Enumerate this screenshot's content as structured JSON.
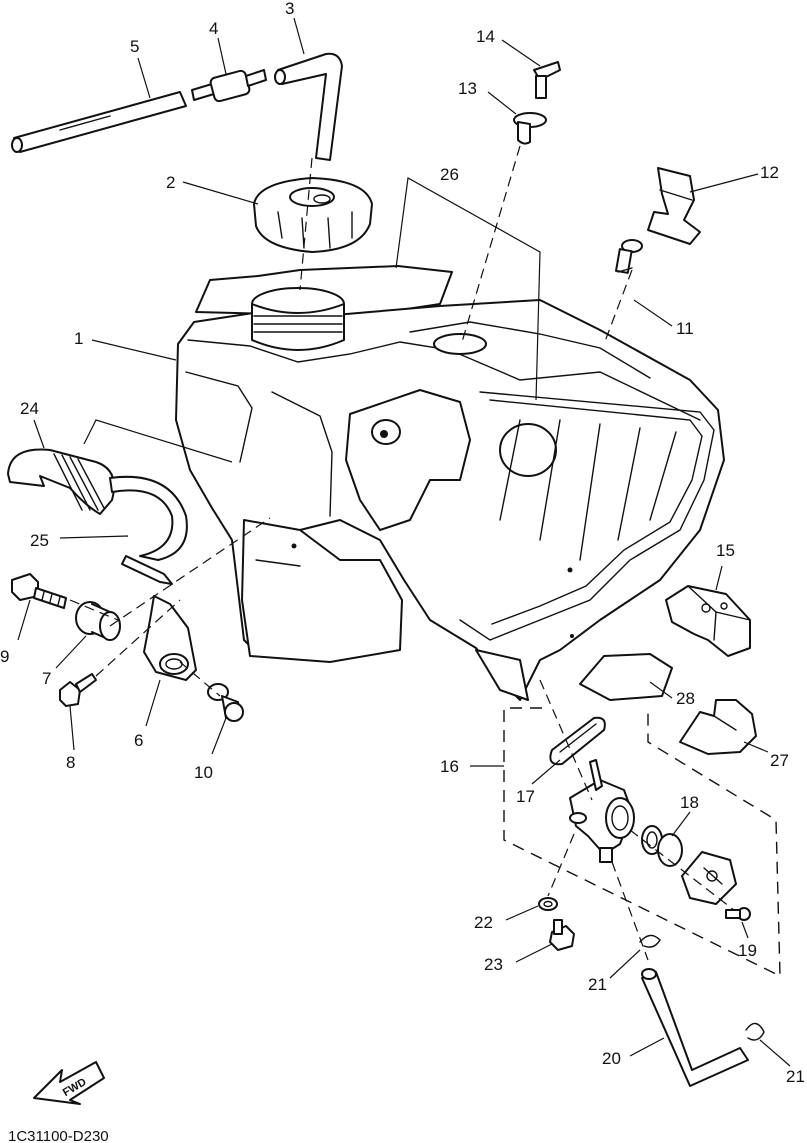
{
  "part_labels": {
    "p1": "1",
    "p2": "2",
    "p3": "3",
    "p4": "4",
    "p5": "5",
    "p6": "6",
    "p7": "7",
    "p8": "8",
    "p9": "9",
    "p10": "10",
    "p11": "11",
    "p12": "12",
    "p13": "13",
    "p14": "14",
    "p15": "15",
    "p16": "16",
    "p17": "17",
    "p18": "18",
    "p19": "19",
    "p20": "20",
    "p21a": "21",
    "p21b": "21",
    "p22": "22",
    "p23": "23",
    "p24": "24",
    "p25": "25",
    "p26": "26",
    "p27": "27",
    "p28": "28"
  },
  "fwd_label": "FWD",
  "diagram_code": "1C31100-D230"
}
